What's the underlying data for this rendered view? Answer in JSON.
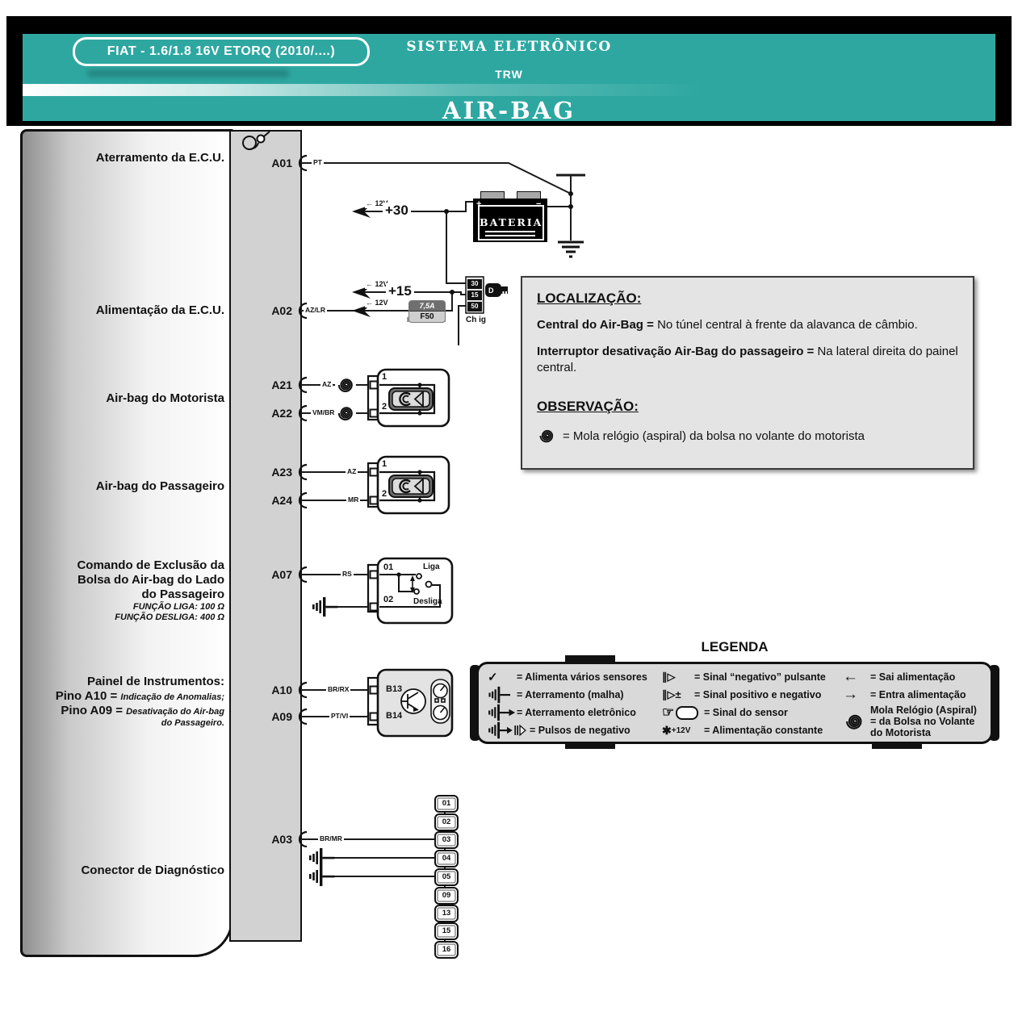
{
  "header": {
    "model_badge": "FIAT - 1.6/1.8 16V ETORQ  (2010/....)",
    "system_title": "SISTEMA ELETRÔNICO",
    "manufacturer": "TRW",
    "page_title": "AIR-BAG",
    "colors": {
      "teal": "#2EA7A1",
      "panel_gray": "#d2d2d2",
      "legend_gray": "#d9d9d9"
    }
  },
  "left_labels": {
    "ground": "Aterramento da E.C.U.",
    "power": "Alimentação da E.C.U.",
    "driver": "Air-bag do Motorista",
    "passenger": "Air-bag do Passageiro",
    "exclusion_l1": "Comando de Exclusão da",
    "exclusion_l2": "Bolsa do Air-bag do Lado",
    "exclusion_l3": "do Passageiro",
    "exclusion_note1": "FUNÇÃO LIGA: 100 Ω",
    "exclusion_note2": "FUNÇÃO DESLIGA: 400 Ω",
    "instrument_title": "Painel de Instrumentos:",
    "pino_a10": "Pino A10 = ",
    "a10_desc": "Indicação de Anomalias;",
    "pino_a09": "Pino A09 = ",
    "a09_desc1": "Desativação do Air-bag",
    "a09_desc2": "do Passageiro.",
    "diagnostic": "Conector de Diagnóstico"
  },
  "ecu": {
    "pins": {
      "a01": "A01",
      "a02": "A02",
      "a21": "A21",
      "a22": "A22",
      "a23": "A23",
      "a24": "A24",
      "a07": "A07",
      "a10": "A10",
      "a09": "A09",
      "a03": "A03"
    }
  },
  "wires": {
    "a01": "PT",
    "a02": "AZ/LR",
    "a21": "AZ",
    "a22": "VM/BR",
    "a23": "AZ",
    "a24": "MR",
    "a07": "RS",
    "a10": "BR/RX",
    "a09": "PT/VI",
    "a03": "BR/MR"
  },
  "power": {
    "arrow12v": "← 12V",
    "plus30": "+30",
    "plus15": "+15",
    "battery_label": "BATERIA",
    "battery_plus": "+",
    "battery_minus": "−",
    "fuse_rating": "7,5A",
    "fuse_id": "F50",
    "ignition_terminals": [
      "30",
      "15",
      "50"
    ],
    "ignition_label": "Ch ig",
    "key_letter": "D"
  },
  "modules": {
    "airbag_pins": [
      "1",
      "2"
    ],
    "exclusion_pins": [
      "01",
      "02"
    ],
    "exclusion_on": "Liga",
    "exclusion_off": "Desliga",
    "instrument_pins": [
      "B13",
      "B14"
    ],
    "diagnostic_pins": [
      "01",
      "02",
      "03",
      "04",
      "05",
      "09",
      "13",
      "15",
      "16"
    ]
  },
  "location_box": {
    "title": "LOCALIZAÇÃO:",
    "item1_bold": "Central do Air-Bag = ",
    "item1_text": "No túnel central à frente da alavanca de câmbio.",
    "item2_bold": "Interruptor desativação Air-Bag do passageiro = ",
    "item2_text": "Na lateral direita do painel central.",
    "obs_title": "OBSERVAÇÃO:",
    "obs_text": "= Mola relógio (aspiral) da bolsa no volante do motorista"
  },
  "legend": {
    "title": "LEGENDA",
    "col1": [
      {
        "icon": "check-icon",
        "glyph": "✓",
        "text": "= Alimenta vários sensores"
      },
      {
        "icon": "ground-mesh-icon",
        "glyph": "",
        "text": "= Aterramento (malha)"
      },
      {
        "icon": "ground-electronic-icon",
        "glyph": "",
        "text": "= Aterramento eletrônico"
      },
      {
        "icon": "negative-pulses-icon",
        "glyph": "",
        "text": "= Pulsos de negativo"
      }
    ],
    "col2": [
      {
        "icon": "pulse-negative-icon",
        "glyph": "∥▷",
        "text": "= Sinal “negativo” pulsante"
      },
      {
        "icon": "pulse-pos-neg-icon",
        "glyph": "∥▷±",
        "text": "= Sinal positivo e negativo"
      },
      {
        "icon": "sensor-hand-icon",
        "glyph": "☞",
        "text": "= Sinal do sensor"
      },
      {
        "icon": "star-12v-icon",
        "glyph": "✱",
        "prefix": "+12V",
        "text": "= Alimentação constante"
      }
    ],
    "col3": [
      {
        "icon": "power-out-arrow-icon",
        "glyph": "←",
        "text": "= Sai alimentação"
      },
      {
        "icon": "power-in-arrow-icon",
        "glyph": "→",
        "text": "= Entra alimentação"
      },
      {
        "icon": "clock-spring-icon",
        "glyph": "",
        "line1": "Mola Relógio (Aspiral)",
        "line2": "= da Bolsa no Volante",
        "line3": "do Motorista"
      }
    ]
  }
}
